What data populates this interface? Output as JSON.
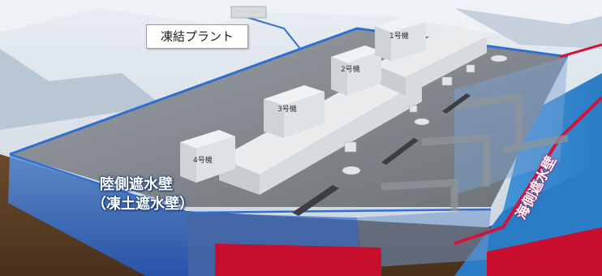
{
  "scene": {
    "freezing_plant_label": "凍結プラント",
    "land_wall_label_line1": "陸側遮水壁",
    "land_wall_label_line2": "（凍土遮水壁）",
    "sea_wall_label": "海側遮水壁",
    "units": [
      "1号機",
      "2号機",
      "3号機",
      "4号機"
    ]
  },
  "colors": {
    "land_wall": "#2f6fd0",
    "sea_wall": "#d0143c",
    "soil": "#5a3b22",
    "sea": "#3a8fd6"
  }
}
